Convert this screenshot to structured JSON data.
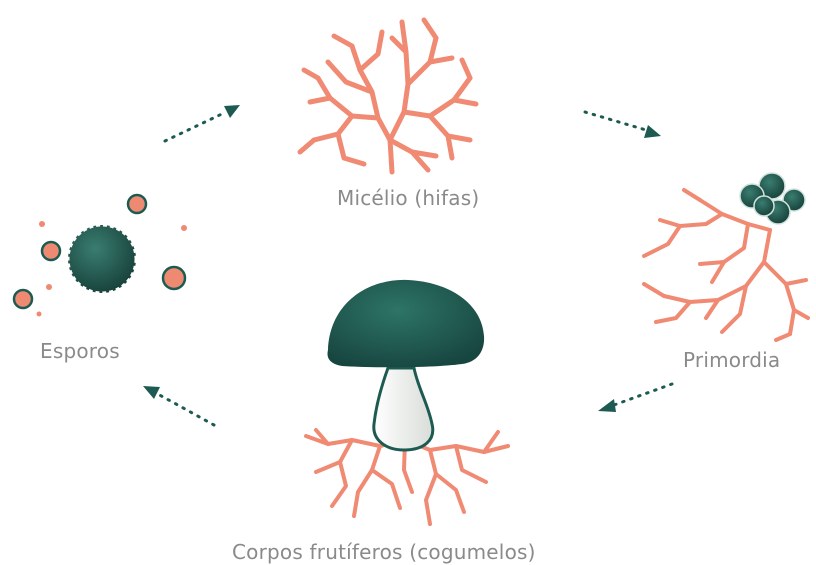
{
  "stages": [
    {
      "id": "micelio",
      "label": "Micélio (hifas)"
    },
    {
      "id": "primordia",
      "label": "Primordia"
    },
    {
      "id": "corpos",
      "label": "Corpos frutíferos (cogumelos)"
    },
    {
      "id": "esporos",
      "label": "Esporos"
    }
  ],
  "colors": {
    "hyphae": "#f08a73",
    "hyphae_light": "#f4ab99",
    "dark_green": "#1d5b52",
    "arrow": "#1d5b52",
    "label": "#8a8a8a",
    "spore_fill": "#ee8a72",
    "stem": "#eef0ee"
  }
}
